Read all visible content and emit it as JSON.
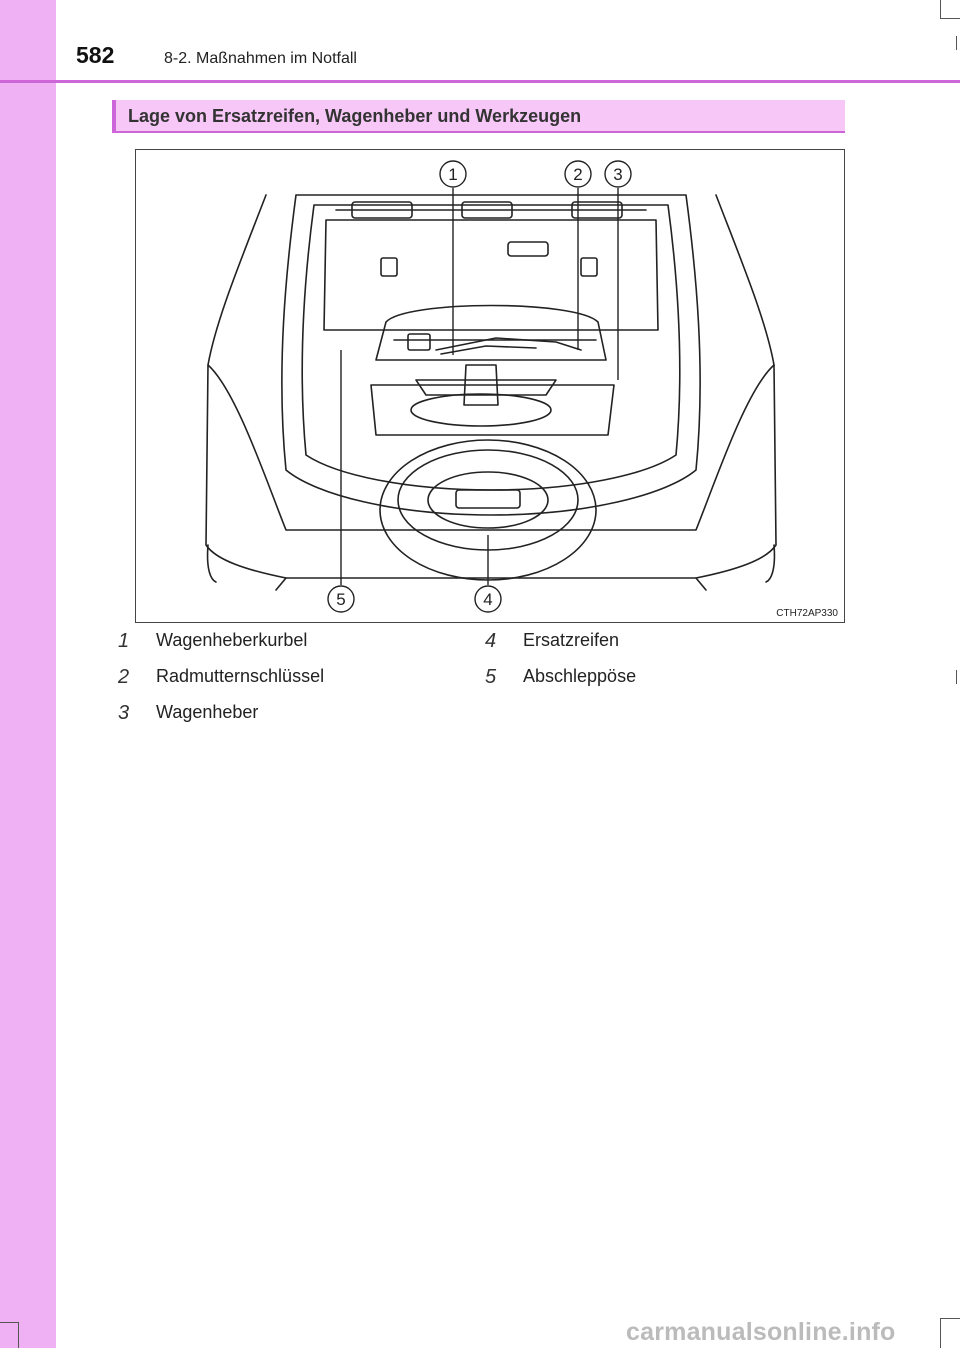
{
  "header": {
    "page_number": "582",
    "section": "8-2. Maßnahmen im Notfall"
  },
  "heading": "Lage von Ersatzreifen, Wagenheber und Werkzeugen",
  "figure": {
    "code": "CTH72AP330",
    "callouts": [
      "1",
      "2",
      "3",
      "4",
      "5"
    ]
  },
  "legend": [
    {
      "num": "1",
      "label": "Wagenheberkurbel"
    },
    {
      "num": "2",
      "label": "Radmutternschlüssel"
    },
    {
      "num": "3",
      "label": "Wagenheber"
    },
    {
      "num": "4",
      "label": "Ersatzreifen"
    },
    {
      "num": "5",
      "label": "Abschleppöse"
    }
  ],
  "footer": "carmanualsonline.info",
  "colors": {
    "accent": "#cc66d9",
    "side_band": "#f0b0f4",
    "heading_bg": "#f7c8f7"
  }
}
